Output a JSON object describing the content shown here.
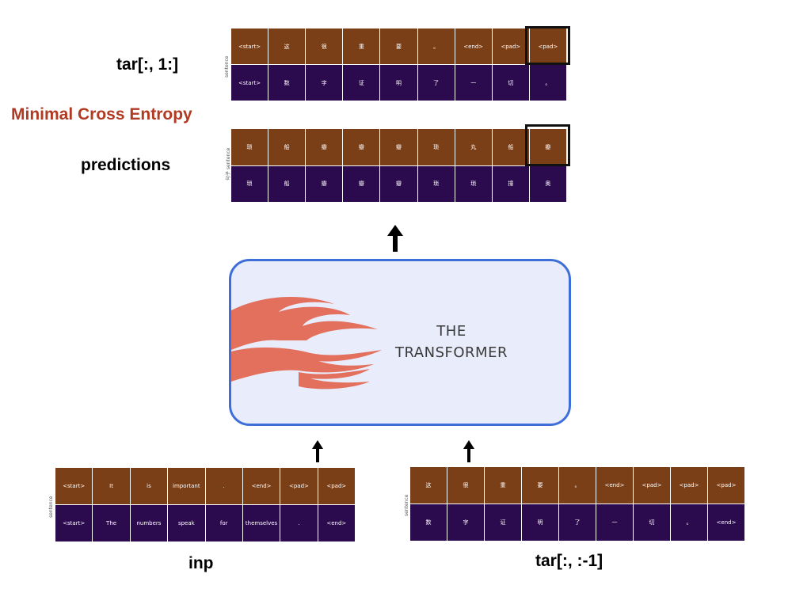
{
  "labels": {
    "tar_shift_left": "tar[:, 1:]",
    "loss": "Minimal Cross Entropy",
    "predictions": "predictions",
    "inp": "inp",
    "tar_shift_right": "tar[:, :-1]"
  },
  "transformer": {
    "line1": "THE",
    "line2": "TRANSFORMER"
  },
  "colors": {
    "loss_text": "#b03a22",
    "top_row": "#7b3f17",
    "bottom_row": "#2c0a4e",
    "box_border": "#3e6fd8",
    "box_fill": "#e9ecfb",
    "flame": "#e2705d"
  },
  "side_labels": {
    "tar_top": "sentence",
    "pred": "句子 sentence",
    "inp": "sentence",
    "tar_bottom": "sentence"
  },
  "grids": {
    "tar_top": {
      "row1": [
        "<start>",
        "这",
        "很",
        "重",
        "要",
        "。",
        "<end>",
        "<pad>",
        "<pad>"
      ],
      "row2": [
        "<start>",
        "数",
        "字",
        "证",
        "明",
        "了",
        "一",
        "切",
        "。"
      ]
    },
    "pred": {
      "row1": [
        "琐",
        "船",
        "瓣",
        "瓣",
        "瓣",
        "琐",
        "丸",
        "船",
        "瓣"
      ],
      "row2": [
        "琐",
        "船",
        "瓣",
        "瓣",
        "瓣",
        "琐",
        "琐",
        "撞",
        "奥"
      ]
    },
    "inp": {
      "row1": [
        "<start>",
        "It",
        "is",
        "important",
        ".",
        "<end>",
        "<pad>",
        "<pad>"
      ],
      "row2": [
        "<start>",
        "The",
        "numbers",
        "speak",
        "for",
        "themselves",
        ".",
        "<end>"
      ]
    },
    "tar_bottom": {
      "row1": [
        "这",
        "很",
        "重",
        "要",
        "。",
        "<end>",
        "<pad>",
        "<pad>",
        "<pad>"
      ],
      "row2": [
        "数",
        "字",
        "证",
        "明",
        "了",
        "一",
        "切",
        "。",
        "<end>"
      ]
    }
  }
}
